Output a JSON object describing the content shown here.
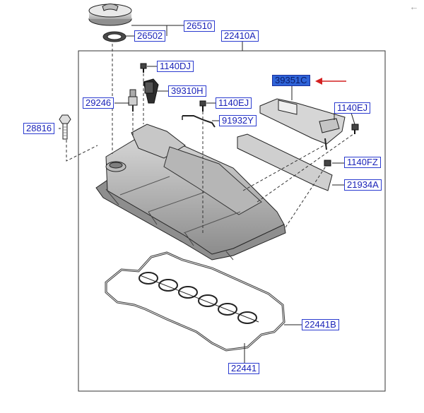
{
  "back_icon": "arrow-left-icon",
  "colors": {
    "label_border": "#2b3bd0",
    "label_text": "#1a22b8",
    "highlight_fill": "#2f64d8",
    "pointer_arrow": "#d42020",
    "drawing": "#2a2a2a"
  },
  "labels": {
    "l26510": "26510",
    "l26502": "26502",
    "l22410A": "22410A",
    "l1140DJ": "1140DJ",
    "l39310H": "39310H",
    "l29246": "29246",
    "l1140EJ_a": "1140EJ",
    "l39351C": "39351C",
    "l1140EJ_b": "1140EJ",
    "l91932Y": "91932Y",
    "l28816": "28816",
    "l1140FZ": "1140FZ",
    "l21934A": "21934A",
    "l22441B": "22441B",
    "l22441": "22441"
  }
}
